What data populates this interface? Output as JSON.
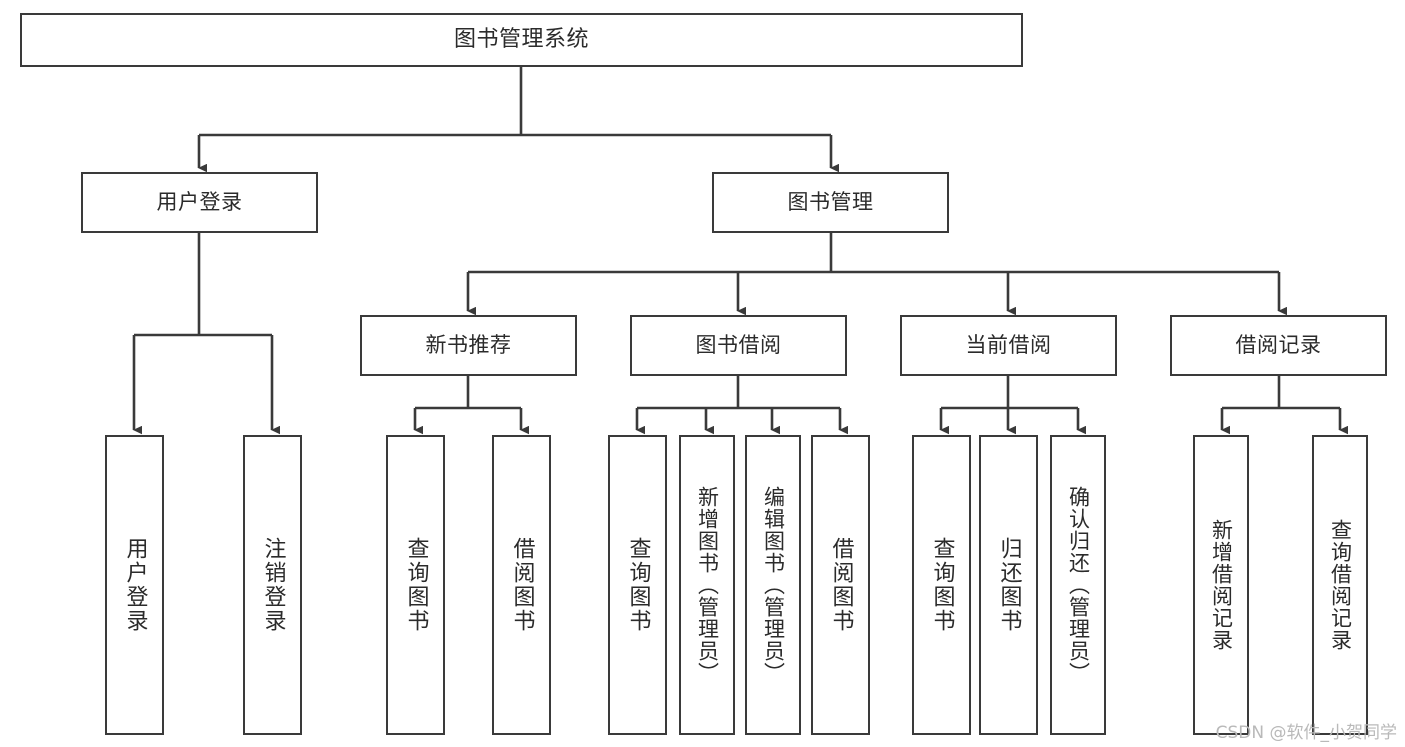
{
  "diagram": {
    "title": "图书管理系统",
    "type": "tree-hierarchy",
    "orientation": "top-down",
    "stroke_color": "#3a3a3a",
    "fill_color": "#ffffff",
    "text_color": "#2b2b2b"
  },
  "nodes": {
    "root": {
      "label": "图书管理系统",
      "level": 1
    },
    "level2": [
      {
        "label": "用户登录",
        "level": 2
      },
      {
        "label": "图书管理",
        "level": 2
      }
    ],
    "level3": [
      {
        "label": "新书推荐",
        "level": 3
      },
      {
        "label": "图书借阅",
        "level": 3
      },
      {
        "label": "当前借阅",
        "level": 3
      },
      {
        "label": "借阅记录",
        "level": 3
      }
    ],
    "leaves": {
      "user_login": [
        {
          "label": "用户登录"
        },
        {
          "label": "注销登录"
        }
      ],
      "new_book_recommend": [
        {
          "label": "查询图书"
        },
        {
          "label": "借阅图书"
        }
      ],
      "book_borrow": [
        {
          "label": "查询图书"
        },
        {
          "label": "新增图书（管理员）"
        },
        {
          "label": "编辑图书（管理员）"
        },
        {
          "label": "借阅图书"
        }
      ],
      "current_borrow": [
        {
          "label": "查询图书"
        },
        {
          "label": "归还图书"
        },
        {
          "label": "确认归还（管理员）"
        }
      ],
      "borrow_record": [
        {
          "label": "新增借阅记录"
        },
        {
          "label": "查询借阅记录"
        }
      ]
    }
  },
  "watermark": {
    "text": "CSDN @软件_小贺同学"
  }
}
